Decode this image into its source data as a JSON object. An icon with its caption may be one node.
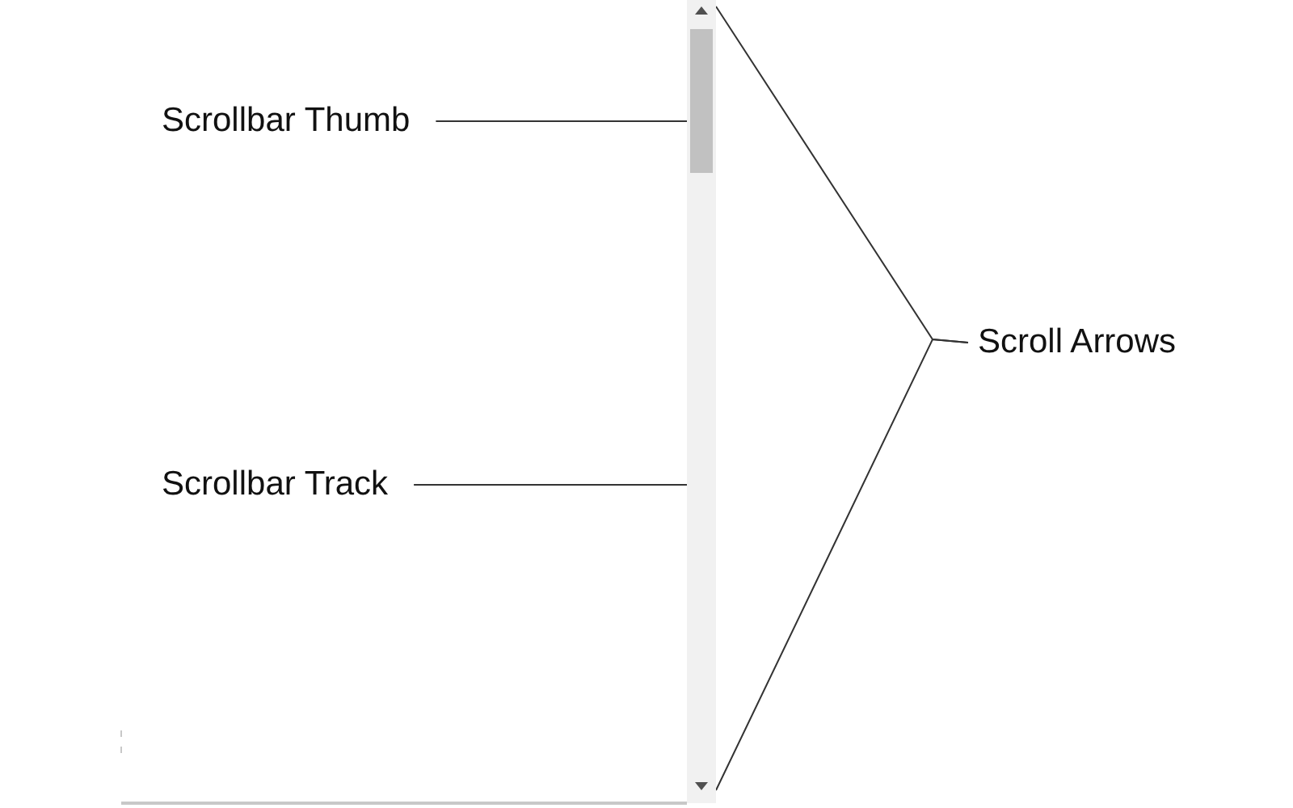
{
  "diagram": {
    "nodes": [
      {
        "text": [
          "Scrollbar Thumb"
        ]
      },
      {
        "text": [],
        "shape": "bar"
      },
      {
        "text": [],
        "shape": "box",
        "in": 1
      },
      {
        "text": [],
        "shape": "triangle",
        "in": 1
      },
      {
        "text": [],
        "shape": "triangle",
        "in": 1
      },
      {
        "text": [
          "Scroll Arrows"
        ]
      },
      {
        "text": [
          "Scrollbar Track"
        ]
      }
    ],
    "edges": [
      {
        "from": 0,
        "to": 2,
        "arrow": "none"
      },
      {
        "from": 5,
        "to": 3,
        "arrow": "none"
      },
      {
        "from": 5,
        "to": 4,
        "arrow": "none"
      },
      {
        "from": 6,
        "to": 1,
        "arrow": "none"
      }
    ]
  }
}
